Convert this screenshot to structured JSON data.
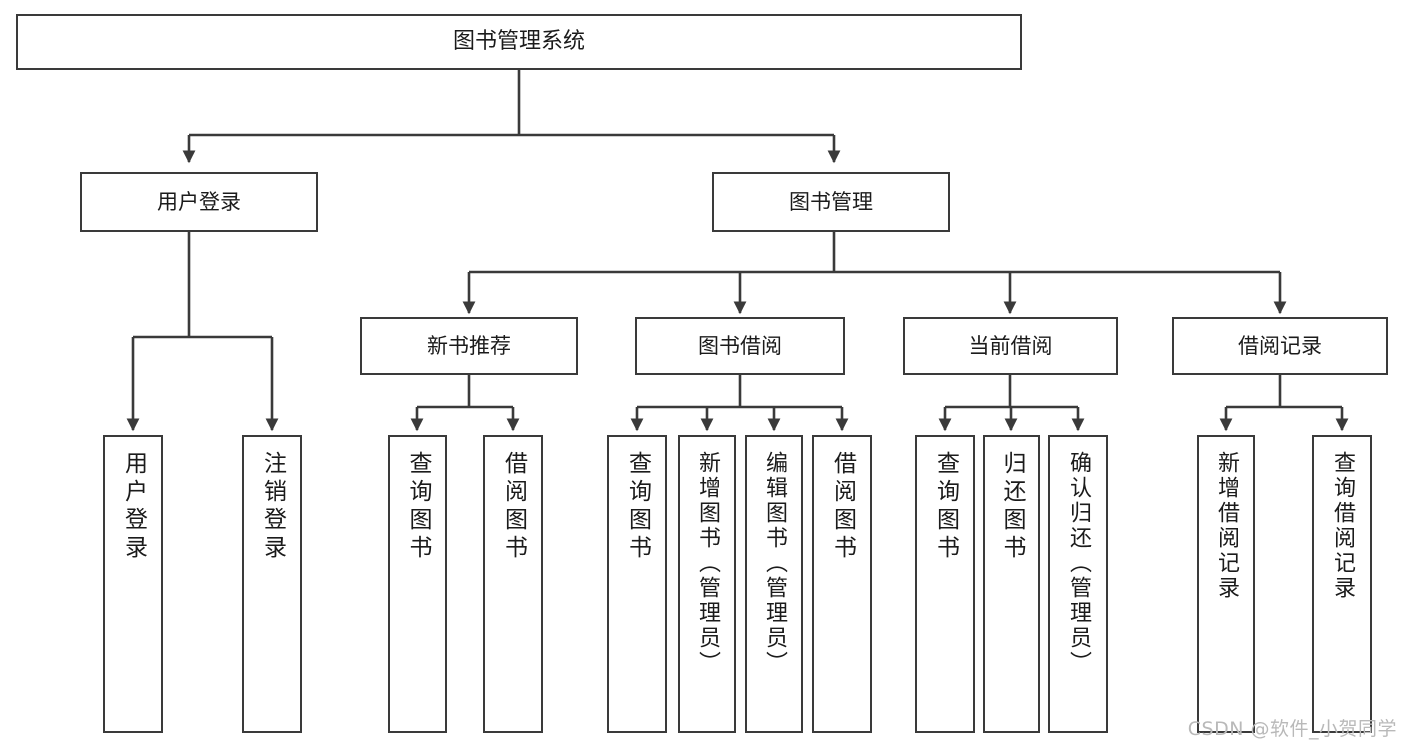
{
  "diagram": {
    "title": "图书管理系统",
    "type": "hierarchy-tree",
    "stroke_color": "#3a3a3a",
    "background_color": "#ffffff",
    "text_color": "#1b1b1b",
    "levels": {
      "root": {
        "label": "图书管理系统"
      },
      "level2": [
        {
          "label": "用户登录"
        },
        {
          "label": "图书管理"
        }
      ],
      "level3": [
        {
          "label": "新书推荐"
        },
        {
          "label": "图书借阅"
        },
        {
          "label": "当前借阅"
        },
        {
          "label": "借阅记录"
        }
      ],
      "leaves": {
        "user_login": [
          {
            "label": "用户登录"
          },
          {
            "label": "注销登录"
          }
        ],
        "new_book_recommend": [
          {
            "label": "查询图书"
          },
          {
            "label": "借阅图书"
          }
        ],
        "book_borrow": [
          {
            "label": "查询图书"
          },
          {
            "label": "新增图书（管理员）"
          },
          {
            "label": "编辑图书（管理员）"
          },
          {
            "label": "借阅图书"
          }
        ],
        "current_borrow": [
          {
            "label": "查询图书"
          },
          {
            "label": "归还图书"
          },
          {
            "label": "确认归还（管理员）"
          }
        ],
        "borrow_record": [
          {
            "label": "新增借阅记录"
          },
          {
            "label": "查询借阅记录"
          }
        ]
      }
    }
  },
  "watermark": {
    "text": "CSDN @软件_小贺同学"
  }
}
